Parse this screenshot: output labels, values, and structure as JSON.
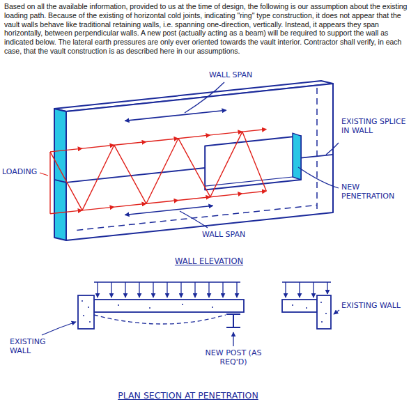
{
  "diagram": {
    "labels": [
      "Based on all the available information, provided to us at the time of design, the following is our assumption about the existing loading path. Because of the existing of horizontal cold joints, indicating \"ring\" type construction, it does not appear that the vault walls behave like traditional retaining walls, i.e. spanning one-direction, vertically. Instead, it appears they span horizontally, between perpendicular walls. A new post (actually acting as a beam) will be required to support the wall as indicated below. The lateral earth pressures are only ever oriented towards the vault interior. Contractor shall verify, in each case, that the vault construction is as described here in our assumptions.",
      "WALL SPAN",
      "EXISTING SPLICE IN WALL",
      "LOADING",
      "NEW PENETRATION",
      "WALL SPAN",
      "WALL ELEVATION",
      "EXISTING WALL",
      "EXISTING WALL",
      "NEW POST (AS REQ'D)",
      "PLAN SECTION AT PENETRATION"
    ]
  }
}
